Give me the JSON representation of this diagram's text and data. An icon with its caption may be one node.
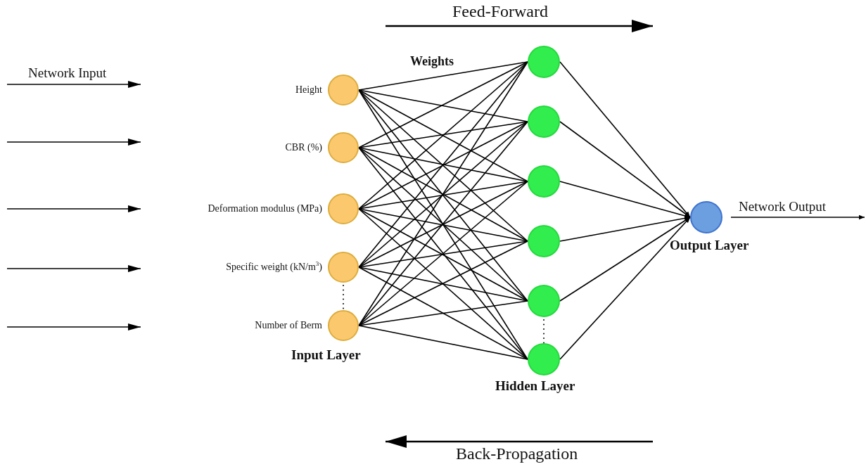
{
  "diagram": {
    "nodes": [
      {
        "text": [],
        "shape": "circle",
        "beside": [
          "Height"
        ]
      },
      {
        "text": [],
        "shape": "circle",
        "beside": [
          "CBR (%)"
        ]
      },
      {
        "text": [],
        "shape": "circle",
        "beside": [
          "Deformation modulus (MPa)"
        ]
      },
      {
        "text": [],
        "shape": "circle",
        "beside": [
          "Specific weight (kN/m$^{3}$)"
        ]
      },
      {
        "text": [],
        "shape": "circle",
        "beside": [
          "Number of Berm"
        ]
      },
      {
        "text": [],
        "shape": "circle"
      },
      {
        "text": [],
        "shape": "circle"
      },
      {
        "text": [],
        "shape": "circle"
      },
      {
        "text": [],
        "shape": "circle"
      },
      {
        "text": [],
        "shape": "circle"
      },
      {
        "text": [],
        "shape": "circle"
      },
      {
        "text": [],
        "shape": "circle"
      }
    ],
    "edges": [
      {
        "from": 0,
        "to": 5,
        "arrow": "none"
      },
      {
        "from": 0,
        "to": 6,
        "arrow": "none"
      },
      {
        "from": 0,
        "to": 7,
        "arrow": "none"
      },
      {
        "from": 0,
        "to": 8,
        "arrow": "none"
      },
      {
        "from": 0,
        "to": 9,
        "arrow": "none"
      },
      {
        "from": 0,
        "to": 10,
        "arrow": "none"
      },
      {
        "from": 1,
        "to": 5,
        "arrow": "none"
      },
      {
        "from": 1,
        "to": 6,
        "arrow": "none"
      },
      {
        "from": 1,
        "to": 7,
        "arrow": "none"
      },
      {
        "from": 1,
        "to": 8,
        "arrow": "none"
      },
      {
        "from": 1,
        "to": 9,
        "arrow": "none"
      },
      {
        "from": 1,
        "to": 10,
        "arrow": "none"
      },
      {
        "from": 2,
        "to": 5,
        "arrow": "none"
      },
      {
        "from": 2,
        "to": 6,
        "arrow": "none"
      },
      {
        "from": 2,
        "to": 7,
        "arrow": "none"
      },
      {
        "from": 2,
        "to": 8,
        "arrow": "none"
      },
      {
        "from": 2,
        "to": 9,
        "arrow": "none"
      },
      {
        "from": 2,
        "to": 10,
        "arrow": "none"
      },
      {
        "from": 3,
        "to": 5,
        "arrow": "none"
      },
      {
        "from": 3,
        "to": 6,
        "arrow": "none"
      },
      {
        "from": 3,
        "to": 7,
        "arrow": "none"
      },
      {
        "from": 3,
        "to": 8,
        "arrow": "none"
      },
      {
        "from": 3,
        "to": 9,
        "arrow": "none"
      },
      {
        "from": 3,
        "to": 10,
        "arrow": "none"
      },
      {
        "from": 4,
        "to": 5,
        "arrow": "none"
      },
      {
        "from": 4,
        "to": 6,
        "arrow": "none"
      },
      {
        "from": 4,
        "to": 7,
        "arrow": "none"
      },
      {
        "from": 4,
        "to": 8,
        "arrow": "none"
      },
      {
        "from": 4,
        "to": 9,
        "arrow": "none"
      },
      {
        "from": 4,
        "to": 10,
        "arrow": "none"
      },
      {
        "from": 5,
        "to": 11,
        "arrow": "to"
      },
      {
        "from": 6,
        "to": 11,
        "arrow": "to"
      },
      {
        "from": 7,
        "to": 11,
        "arrow": "to"
      },
      {
        "from": 8,
        "to": 11,
        "arrow": "to"
      },
      {
        "from": 9,
        "to": 11,
        "arrow": "to"
      },
      {
        "from": 10,
        "to": 11,
        "arrow": "to"
      },
      {
        "from": 11,
        "to": null,
        "arrow": "to"
      }
    ],
    "labels": [
      "Feed-Forward",
      "Network Input",
      "Weights",
      "Input Layer",
      "Hidden Layer",
      "Output Layer",
      "Network Output",
      "Back-Propagation"
    ]
  }
}
